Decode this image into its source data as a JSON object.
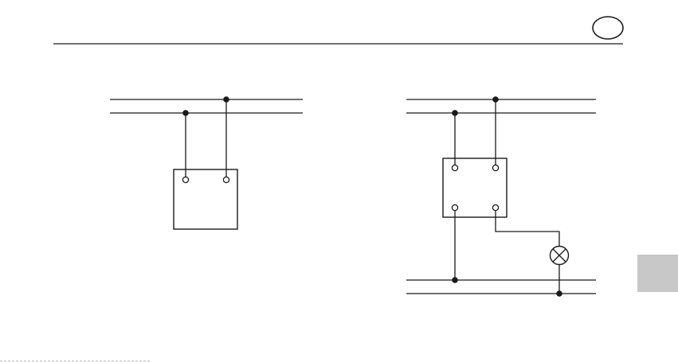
{
  "page": {
    "header_badge": "",
    "side_tab": "",
    "bottom_text": "",
    "colors": {
      "line": "#1a1a1a",
      "side_tab": "#c8c8c8",
      "background": "#ffffff"
    }
  },
  "diagrams": [
    {
      "id": "left",
      "description_visible_text": "",
      "components": [
        "two-rail-bus",
        "device-box-two-terminals"
      ]
    },
    {
      "id": "right",
      "description_visible_text": "",
      "components": [
        "two-rail-bus",
        "device-box-four-terminals",
        "lamp",
        "two-rail-bus"
      ]
    }
  ]
}
